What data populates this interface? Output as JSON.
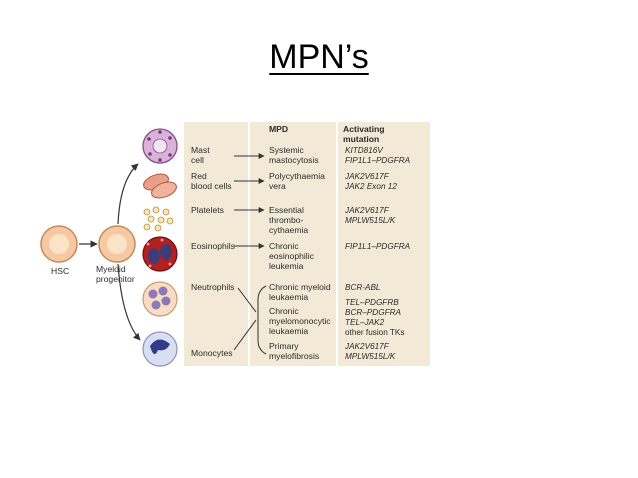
{
  "title": "MPN’s",
  "figure": {
    "hsc_label": "HSC",
    "progenitor_label": [
      "Myeloid",
      "progenitor"
    ],
    "headers": {
      "mpd": "MPD",
      "mutation": [
        "Activating",
        "mutation"
      ]
    },
    "rows": [
      {
        "cell": [
          "Mast",
          "cell"
        ],
        "mpd": [
          "Systemic",
          "mastocytosis"
        ],
        "mutations": [
          "KITD816V",
          "FIP1L1–PDGFRA"
        ]
      },
      {
        "cell": [
          "Red",
          "blood cells"
        ],
        "mpd": [
          "Polycythaemia",
          "vera"
        ],
        "mutations": [
          "JAK2V617F",
          "JAK2 Exon 12"
        ]
      },
      {
        "cell": [
          "Platelets"
        ],
        "mpd": [
          "Essential",
          "thrombo-",
          "cythaemia"
        ],
        "mutations": [
          "JAK2V617F",
          "MPLW515L/K"
        ]
      },
      {
        "cell": [
          "Eosinophils"
        ],
        "mpd": [
          "Chronic",
          "eosinophilic",
          "leukemia"
        ],
        "mutations": [
          "FIP1L1–PDGFRA"
        ]
      },
      {
        "cell": [
          "Neutrophils"
        ],
        "mpd": [
          "Chronic myeloid",
          "leukaemia"
        ],
        "mutations": [
          "BCR-ABL"
        ]
      },
      {
        "cell": [],
        "mpd": [
          "Chronic",
          "myelomonocytic",
          "leukaemia"
        ],
        "mutations": [
          "TEL–PDGFRB",
          "BCR–PDGFRA",
          "TEL–JAK2",
          "other fusion TKs"
        ]
      },
      {
        "cell": [
          "Monocytes"
        ],
        "mpd": [
          "Primary",
          "myelofibrosis"
        ],
        "mutations": [
          "JAK2V617F",
          "MPLW515L/K"
        ]
      }
    ]
  }
}
